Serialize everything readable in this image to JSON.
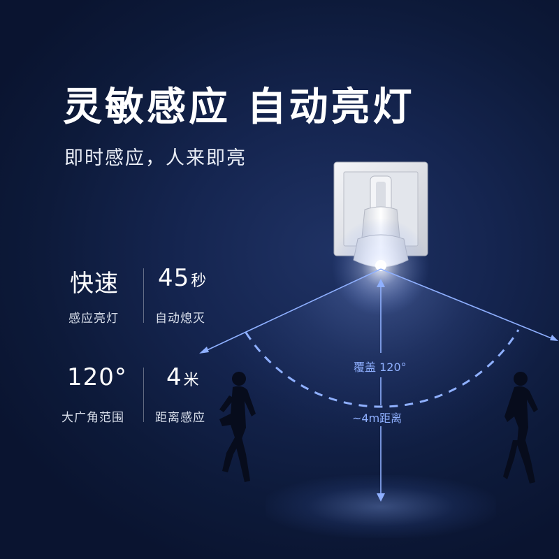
{
  "headline": "灵敏感应  自动亮灯",
  "subheadline": "即时感应，人来即亮",
  "stats": [
    {
      "value": "快速",
      "unit": "",
      "caption": "感应亮灯"
    },
    {
      "value": "45",
      "unit": "秒",
      "caption": "自动熄灭"
    },
    {
      "value": "120°",
      "unit": "",
      "caption": "大广角范围"
    },
    {
      "value": "4",
      "unit": "米",
      "caption": "距离感应"
    }
  ],
  "diagram": {
    "coverage_label": "覆盖 120°",
    "distance_label": "~4m距离"
  },
  "colors": {
    "background": "#152550",
    "accent_line": "#8fb0ff",
    "text": "#ffffff"
  }
}
